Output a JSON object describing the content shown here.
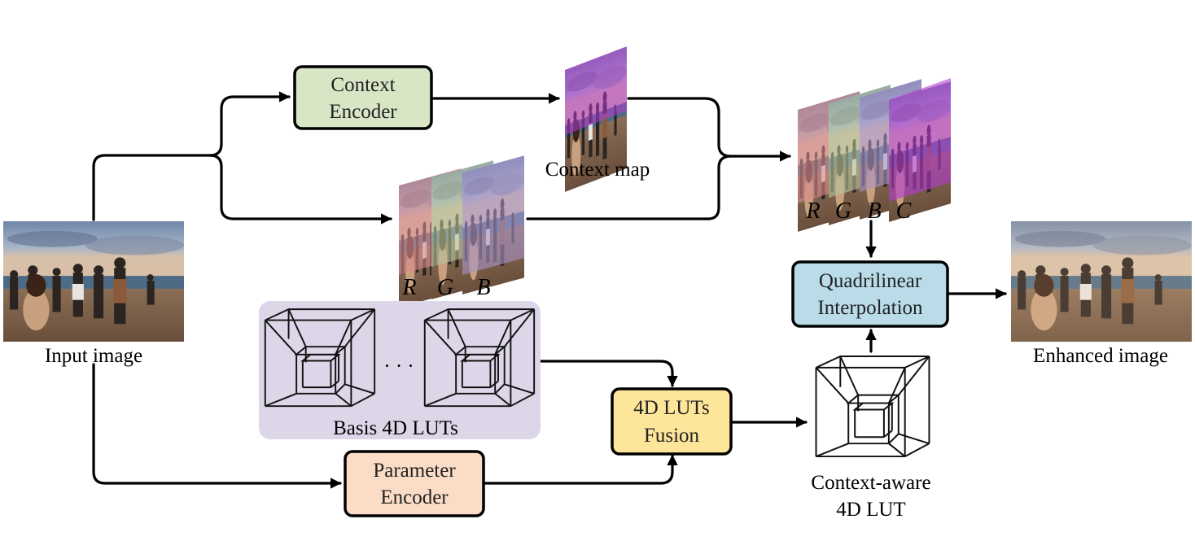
{
  "nodes": {
    "input_image": {
      "label": "Input image"
    },
    "context_encoder": {
      "line1": "Context",
      "line2": "Encoder",
      "color": "#d9e6c6"
    },
    "context_map": {
      "label": "Context map"
    },
    "rgb_stack": {
      "labels": [
        "R",
        "G",
        "B"
      ]
    },
    "rgbc_stack": {
      "labels": [
        "R",
        "G",
        "B",
        "C"
      ]
    },
    "basis_luts": {
      "label": "Basis 4D LUTs",
      "ellipsis": "· · ·",
      "color": "#dcd6e8"
    },
    "lut_fusion": {
      "line1": "4D LUTs",
      "line2": "Fusion",
      "color": "#fde59a"
    },
    "param_encoder": {
      "line1": "Parameter",
      "line2": "Encoder",
      "color": "#fbdcc6"
    },
    "context_lut": {
      "line1": "Context-aware",
      "line2": "4D LUT"
    },
    "quad_interp": {
      "line1": "Quadrilinear",
      "line2": "Interpolation",
      "color": "#b9dce8"
    },
    "enhanced_image": {
      "label": "Enhanced image"
    }
  },
  "colors": {
    "red_tint": "#d98a8f",
    "green_tint": "#b6c49c",
    "blue_tint": "#a894c9",
    "context_tint": "#b43ad0"
  }
}
